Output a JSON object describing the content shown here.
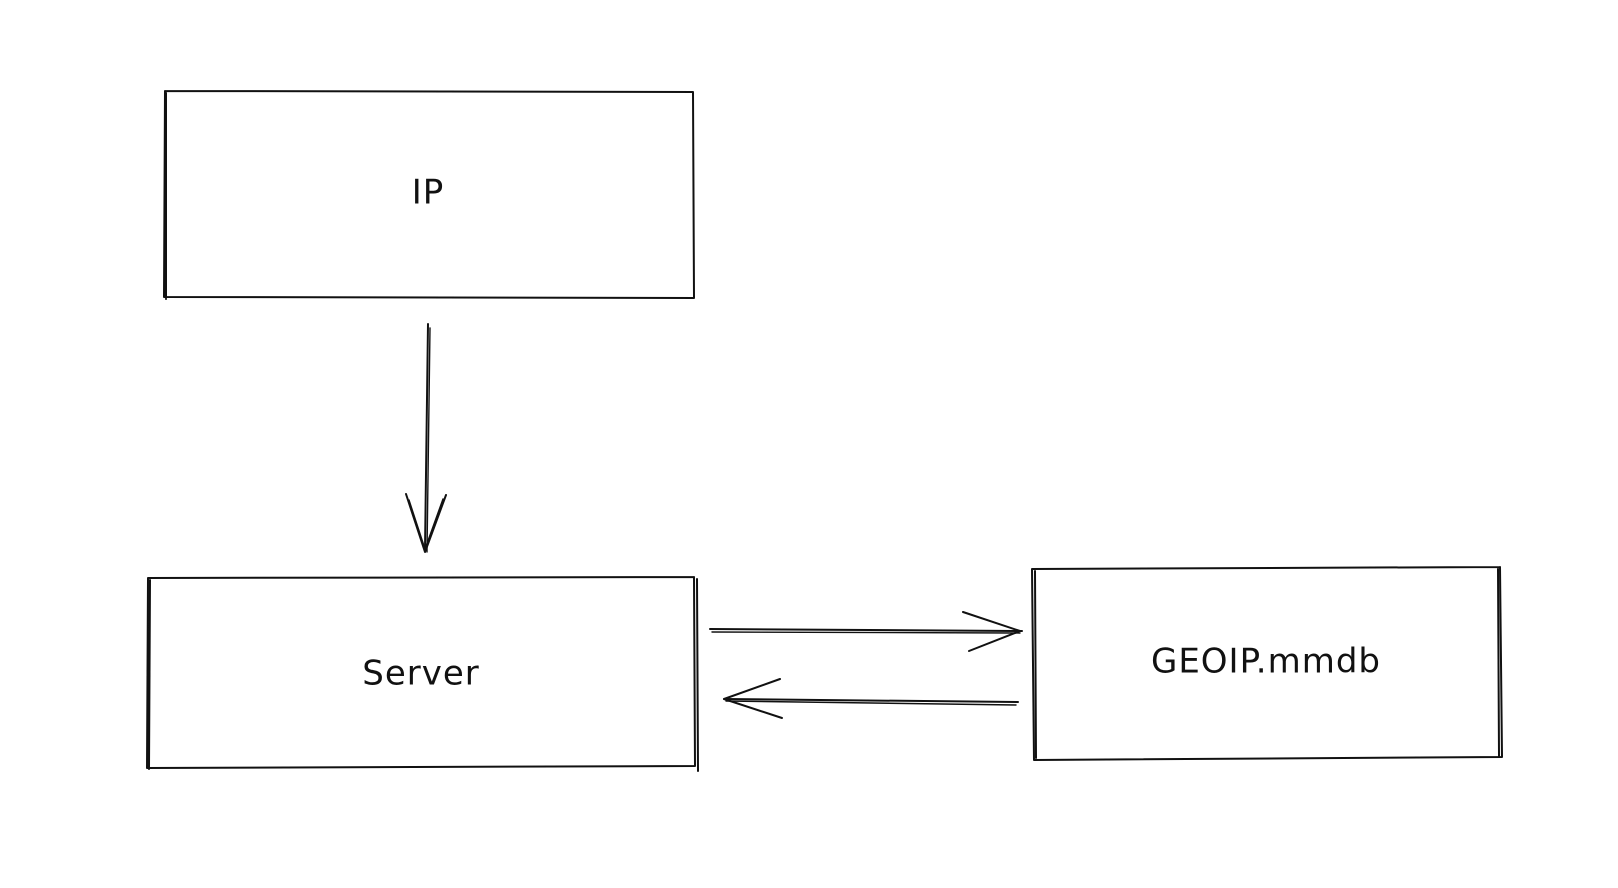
{
  "diagram": {
    "nodes": {
      "ip": {
        "label": "IP"
      },
      "server": {
        "label": "Server"
      },
      "geoip": {
        "label": "GEOIP.mmdb"
      }
    },
    "edges": [
      {
        "from": "ip",
        "to": "server"
      },
      {
        "from": "server",
        "to": "geoip"
      },
      {
        "from": "geoip",
        "to": "server"
      }
    ],
    "colors": {
      "stroke": "#111111",
      "background": "#ffffff"
    }
  }
}
